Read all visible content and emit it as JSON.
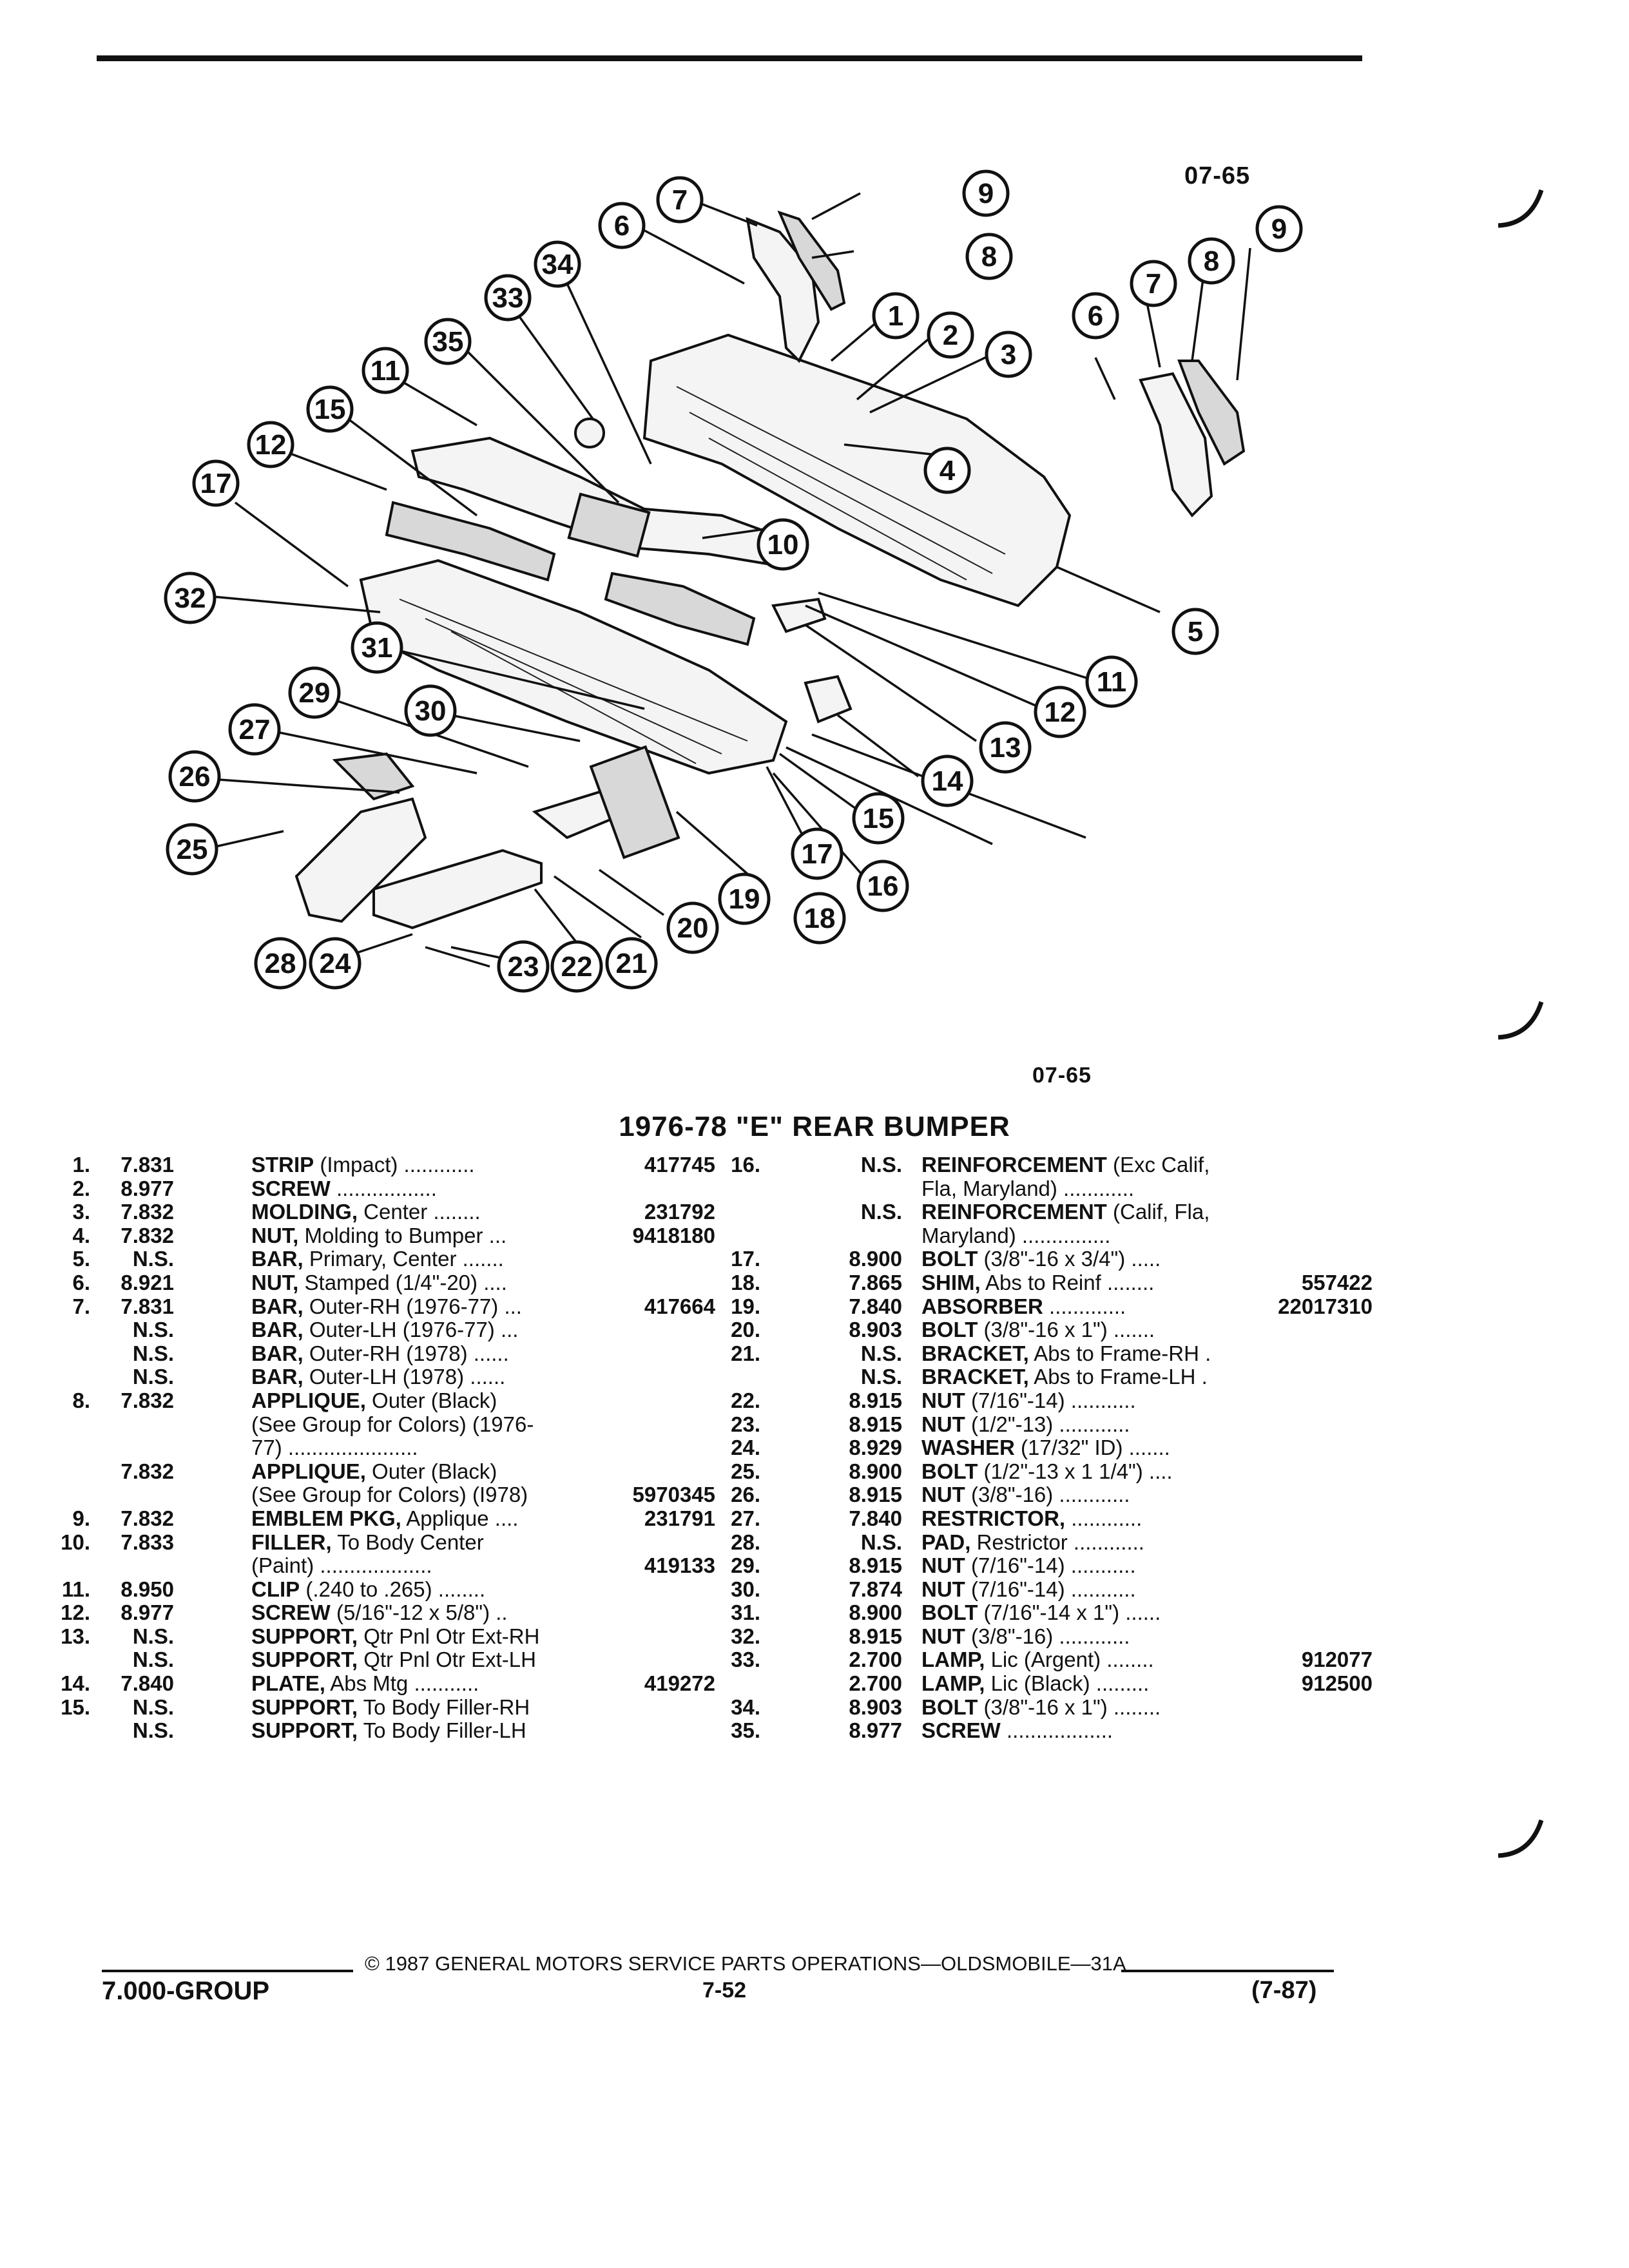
{
  "header": {
    "code_top": "07-65",
    "code_bottom": "07-65"
  },
  "title": "1976-78 \"E\" REAR BUMPER",
  "callouts": [
    "1",
    "2",
    "3",
    "4",
    "5",
    "6",
    "7",
    "8",
    "9",
    "10",
    "11",
    "12",
    "13",
    "14",
    "15",
    "16",
    "17",
    "18",
    "19",
    "20",
    "21",
    "22",
    "23",
    "24",
    "25",
    "26",
    "27",
    "28",
    "29",
    "30",
    "31",
    "32",
    "33",
    "34",
    "35"
  ],
  "parts_left": [
    {
      "num": "1.",
      "grp": "7.831",
      "name": "STRIP",
      "desc": " (Impact) ............",
      "pn": "417745"
    },
    {
      "num": "2.",
      "grp": "8.977",
      "name": "SCREW",
      "desc": " .................",
      "pn": ""
    },
    {
      "num": "3.",
      "grp": "7.832",
      "name": "MOLDING,",
      "desc": " Center ........",
      "pn": "231792"
    },
    {
      "num": "4.",
      "grp": "7.832",
      "name": "NUT,",
      "desc": " Molding to Bumper ...",
      "pn": "9418180"
    },
    {
      "num": "5.",
      "grp": "N.S.",
      "name": "BAR,",
      "desc": " Primary, Center .......",
      "pn": ""
    },
    {
      "num": "6.",
      "grp": "8.921",
      "name": "NUT,",
      "desc": " Stamped (1/4\"-20) ....",
      "pn": ""
    },
    {
      "num": "7.",
      "grp": "7.831",
      "name": "BAR,",
      "desc": " Outer-RH (1976-77) ...",
      "pn": "417664"
    },
    {
      "num": "",
      "grp": "N.S.",
      "name": "BAR,",
      "desc": " Outer-LH (1976-77) ...",
      "pn": ""
    },
    {
      "num": "",
      "grp": "N.S.",
      "name": "BAR,",
      "desc": " Outer-RH (1978) ......",
      "pn": ""
    },
    {
      "num": "",
      "grp": "N.S.",
      "name": "BAR,",
      "desc": " Outer-LH (1978) ......",
      "pn": ""
    },
    {
      "num": "8.",
      "grp": "7.832",
      "name": "APPLIQUE,",
      "desc": " Outer (Black)",
      "pn": ""
    },
    {
      "num": "",
      "grp": "",
      "name": "",
      "desc": "(See Group for Colors) (1976-",
      "pn": ""
    },
    {
      "num": "",
      "grp": "",
      "name": "",
      "desc": "77) ......................",
      "pn": ""
    },
    {
      "num": "",
      "grp": "7.832",
      "name": "APPLIQUE,",
      "desc": " Outer (Black)",
      "pn": ""
    },
    {
      "num": "",
      "grp": "",
      "name": "",
      "desc": "(See Group for Colors) (I978)",
      "pn": "5970345"
    },
    {
      "num": "9.",
      "grp": "7.832",
      "name": "EMBLEM PKG,",
      "desc": " Applique ....",
      "pn": "231791"
    },
    {
      "num": "10.",
      "grp": "7.833",
      "name": "FILLER,",
      "desc": " To Body Center",
      "pn": ""
    },
    {
      "num": "",
      "grp": "",
      "name": "",
      "desc": "(Paint) ...................",
      "pn": "419133"
    },
    {
      "num": "11.",
      "grp": "8.950",
      "name": "CLIP",
      "desc": " (.240 to .265) ........",
      "pn": ""
    },
    {
      "num": "12.",
      "grp": "8.977",
      "name": "SCREW",
      "desc": " (5/16\"-12 x 5/8\") ..",
      "pn": ""
    },
    {
      "num": "13.",
      "grp": "N.S.",
      "name": "SUPPORT,",
      "desc": " Qtr Pnl Otr Ext-RH",
      "pn": ""
    },
    {
      "num": "",
      "grp": "N.S.",
      "name": "SUPPORT,",
      "desc": " Qtr Pnl Otr Ext-LH",
      "pn": ""
    },
    {
      "num": "14.",
      "grp": "7.840",
      "name": "PLATE,",
      "desc": " Abs Mtg ...........",
      "pn": "419272"
    },
    {
      "num": "15.",
      "grp": "N.S.",
      "name": "SUPPORT,",
      "desc": " To Body Filler-RH",
      "pn": ""
    },
    {
      "num": "",
      "grp": "N.S.",
      "name": "SUPPORT,",
      "desc": " To Body Filler-LH",
      "pn": ""
    }
  ],
  "parts_right": [
    {
      "num": "16.",
      "grp": "N.S.",
      "name": "REINFORCEMENT",
      "desc": " (Exc Calif,",
      "pn": ""
    },
    {
      "num": "",
      "grp": "",
      "name": "",
      "desc": "Fla, Maryland) ............",
      "pn": ""
    },
    {
      "num": "",
      "grp": "N.S.",
      "name": "REINFORCEMENT",
      "desc": " (Calif, Fla,",
      "pn": ""
    },
    {
      "num": "",
      "grp": "",
      "name": "",
      "desc": "Maryland) ...............",
      "pn": ""
    },
    {
      "num": "17.",
      "grp": "8.900",
      "name": "BOLT",
      "desc": " (3/8\"-16 x 3/4\") .....",
      "pn": ""
    },
    {
      "num": "18.",
      "grp": "7.865",
      "name": "SHIM,",
      "desc": " Abs to Reinf ........",
      "pn": "557422"
    },
    {
      "num": "19.",
      "grp": "7.840",
      "name": "ABSORBER",
      "desc": " .............",
      "pn": "22017310"
    },
    {
      "num": "20.",
      "grp": "8.903",
      "name": "BOLT",
      "desc": " (3/8\"-16 x 1\") .......",
      "pn": ""
    },
    {
      "num": "21.",
      "grp": "N.S.",
      "name": "BRACKET,",
      "desc": " Abs to Frame-RH .",
      "pn": ""
    },
    {
      "num": "",
      "grp": "N.S.",
      "name": "BRACKET,",
      "desc": " Abs to Frame-LH .",
      "pn": ""
    },
    {
      "num": "22.",
      "grp": "8.915",
      "name": "NUT",
      "desc": " (7/16\"-14) ...........",
      "pn": ""
    },
    {
      "num": "23.",
      "grp": "8.915",
      "name": "NUT",
      "desc": " (1/2\"-13) ............",
      "pn": ""
    },
    {
      "num": "24.",
      "grp": "8.929",
      "name": "WASHER",
      "desc": " (17/32\" ID) .......",
      "pn": ""
    },
    {
      "num": "25.",
      "grp": "8.900",
      "name": "BOLT",
      "desc": " (1/2\"-13 x 1 1/4\") ....",
      "pn": ""
    },
    {
      "num": "26.",
      "grp": "8.915",
      "name": "NUT",
      "desc": " (3/8\"-16) ............",
      "pn": ""
    },
    {
      "num": "27.",
      "grp": "7.840",
      "name": "RESTRICTOR,",
      "desc": " ............",
      "pn": ""
    },
    {
      "num": "28.",
      "grp": "N.S.",
      "name": "PAD,",
      "desc": " Restrictor ............",
      "pn": ""
    },
    {
      "num": "29.",
      "grp": "8.915",
      "name": "NUT",
      "desc": " (7/16\"-14) ...........",
      "pn": ""
    },
    {
      "num": "30.",
      "grp": "7.874",
      "name": "NUT",
      "desc": " (7/16\"-14) ...........",
      "pn": ""
    },
    {
      "num": "31.",
      "grp": "8.900",
      "name": "BOLT",
      "desc": " (7/16\"-14 x 1\") ......",
      "pn": ""
    },
    {
      "num": "32.",
      "grp": "8.915",
      "name": "NUT",
      "desc": " (3/8\"-16) ............",
      "pn": ""
    },
    {
      "num": "33.",
      "grp": "2.700",
      "name": "LAMP,",
      "desc": " Lic (Argent) ........",
      "pn": "912077"
    },
    {
      "num": "",
      "grp": "2.700",
      "name": "LAMP,",
      "desc": " Lic (Black) .........",
      "pn": "912500"
    },
    {
      "num": "34.",
      "grp": "8.903",
      "name": "BOLT",
      "desc": " (3/8\"-16 x 1\") ........",
      "pn": ""
    },
    {
      "num": "35.",
      "grp": "8.977",
      "name": "SCREW",
      "desc": " ..................",
      "pn": ""
    }
  ],
  "footer": {
    "copyright": "© 1987 GENERAL MOTORS SERVICE PARTS OPERATIONS—OLDSMOBILE—31A",
    "group": "7.000-GROUP",
    "page_num": "7-52",
    "date": "(7-87)"
  }
}
